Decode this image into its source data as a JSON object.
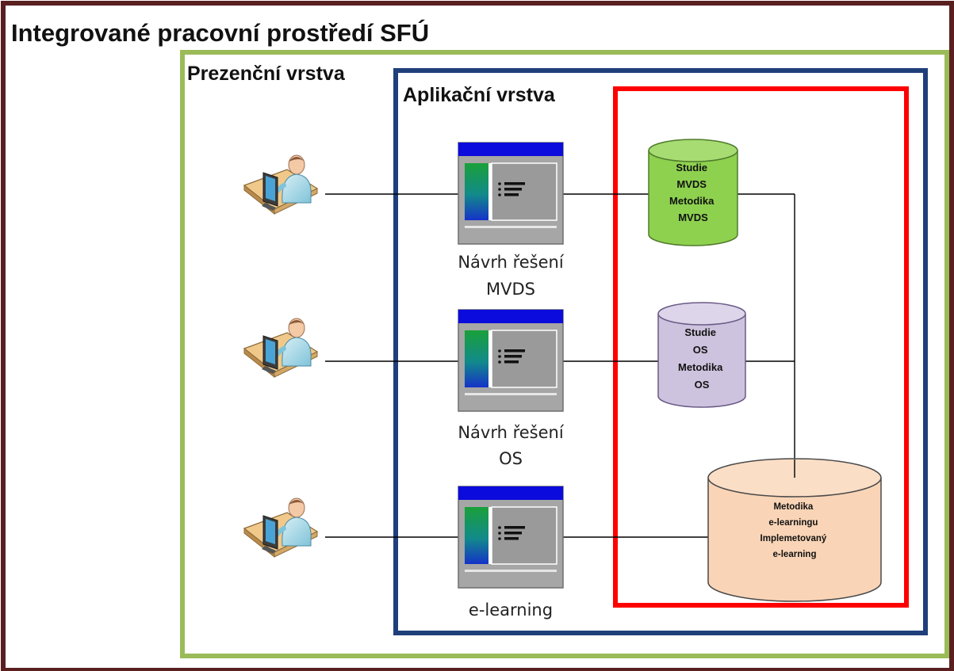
{
  "outer": {
    "title": "Integrované pracovní prostředí SFÚ"
  },
  "presentation_layer": {
    "title": "Prezenční vrstva"
  },
  "application_layer": {
    "title": "Aplikační vrstva"
  },
  "apps": [
    {
      "caption_line1": "Návrh řešení",
      "caption_line2": "MVDS"
    },
    {
      "caption_line1": "Návrh řešení",
      "caption_line2": "OS"
    },
    {
      "caption_line1": "e-learning",
      "caption_line2": ""
    }
  ],
  "databases": [
    {
      "lines": [
        "Studie",
        "MVDS",
        "Metodika",
        "MVDS"
      ],
      "color": "#8ed14f"
    },
    {
      "lines": [
        "Studie",
        "OS",
        "Metodika",
        "OS"
      ],
      "color": "#cdc3de"
    },
    {
      "lines": [
        "Metodika",
        "e-learningu",
        "Implemetovaný",
        "e-learning"
      ],
      "color": "#f9d4b6"
    }
  ],
  "colors": {
    "outer_border": "#5a1f1f",
    "presentation_border": "#9bbb59",
    "application_border": "#1f3f7a",
    "data_border": "#ff0000",
    "window_titlebar": "#0b0bdd",
    "window_body": "#a6a6a6"
  },
  "icons": {
    "user": "user-workstation-icon",
    "app": "application-window-icon",
    "db": "database-cylinder-icon"
  }
}
